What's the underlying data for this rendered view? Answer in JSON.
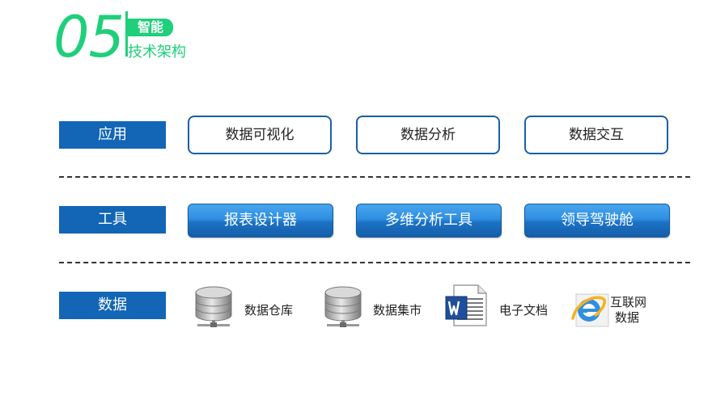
{
  "header": {
    "number": "05",
    "tag": "智能",
    "title": "技术架构"
  },
  "colors": {
    "accent_green": "#1fcf7a",
    "label_blue": "#1266b5",
    "box_border": "#1a5fa6",
    "button_blue": "#2f8ee0"
  },
  "rows": {
    "application": {
      "label": "应用",
      "items": [
        "数据可视化",
        "数据分析",
        "数据交互"
      ]
    },
    "tools": {
      "label": "工具",
      "items": [
        "报表设计器",
        "多维分析工具",
        "领导驾驶舱"
      ]
    },
    "data": {
      "label": "数据",
      "items": [
        {
          "label": "数据仓库",
          "icon": "database-server-icon"
        },
        {
          "label": "数据集市",
          "icon": "database-server-icon"
        },
        {
          "label": "电子文档",
          "icon": "word-document-icon"
        },
        {
          "label_line1": "互联网",
          "label_line2": "数据",
          "icon": "internet-explorer-icon"
        }
      ]
    }
  }
}
